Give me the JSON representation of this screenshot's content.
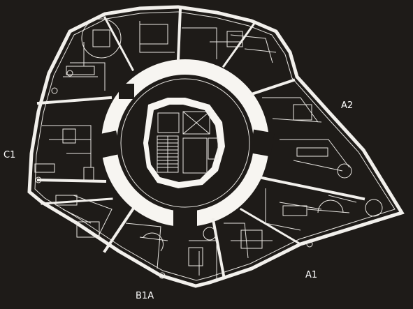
{
  "diagram": {
    "type": "architectural floor plan",
    "labels": [
      {
        "id": "A1",
        "text": "A1"
      },
      {
        "id": "A2",
        "text": "A2"
      },
      {
        "id": "B1A",
        "text": "B1A"
      },
      {
        "id": "C1",
        "text": "C1"
      }
    ],
    "colors": {
      "background": "#1e1b18",
      "lines": "#f2f0ec"
    }
  }
}
